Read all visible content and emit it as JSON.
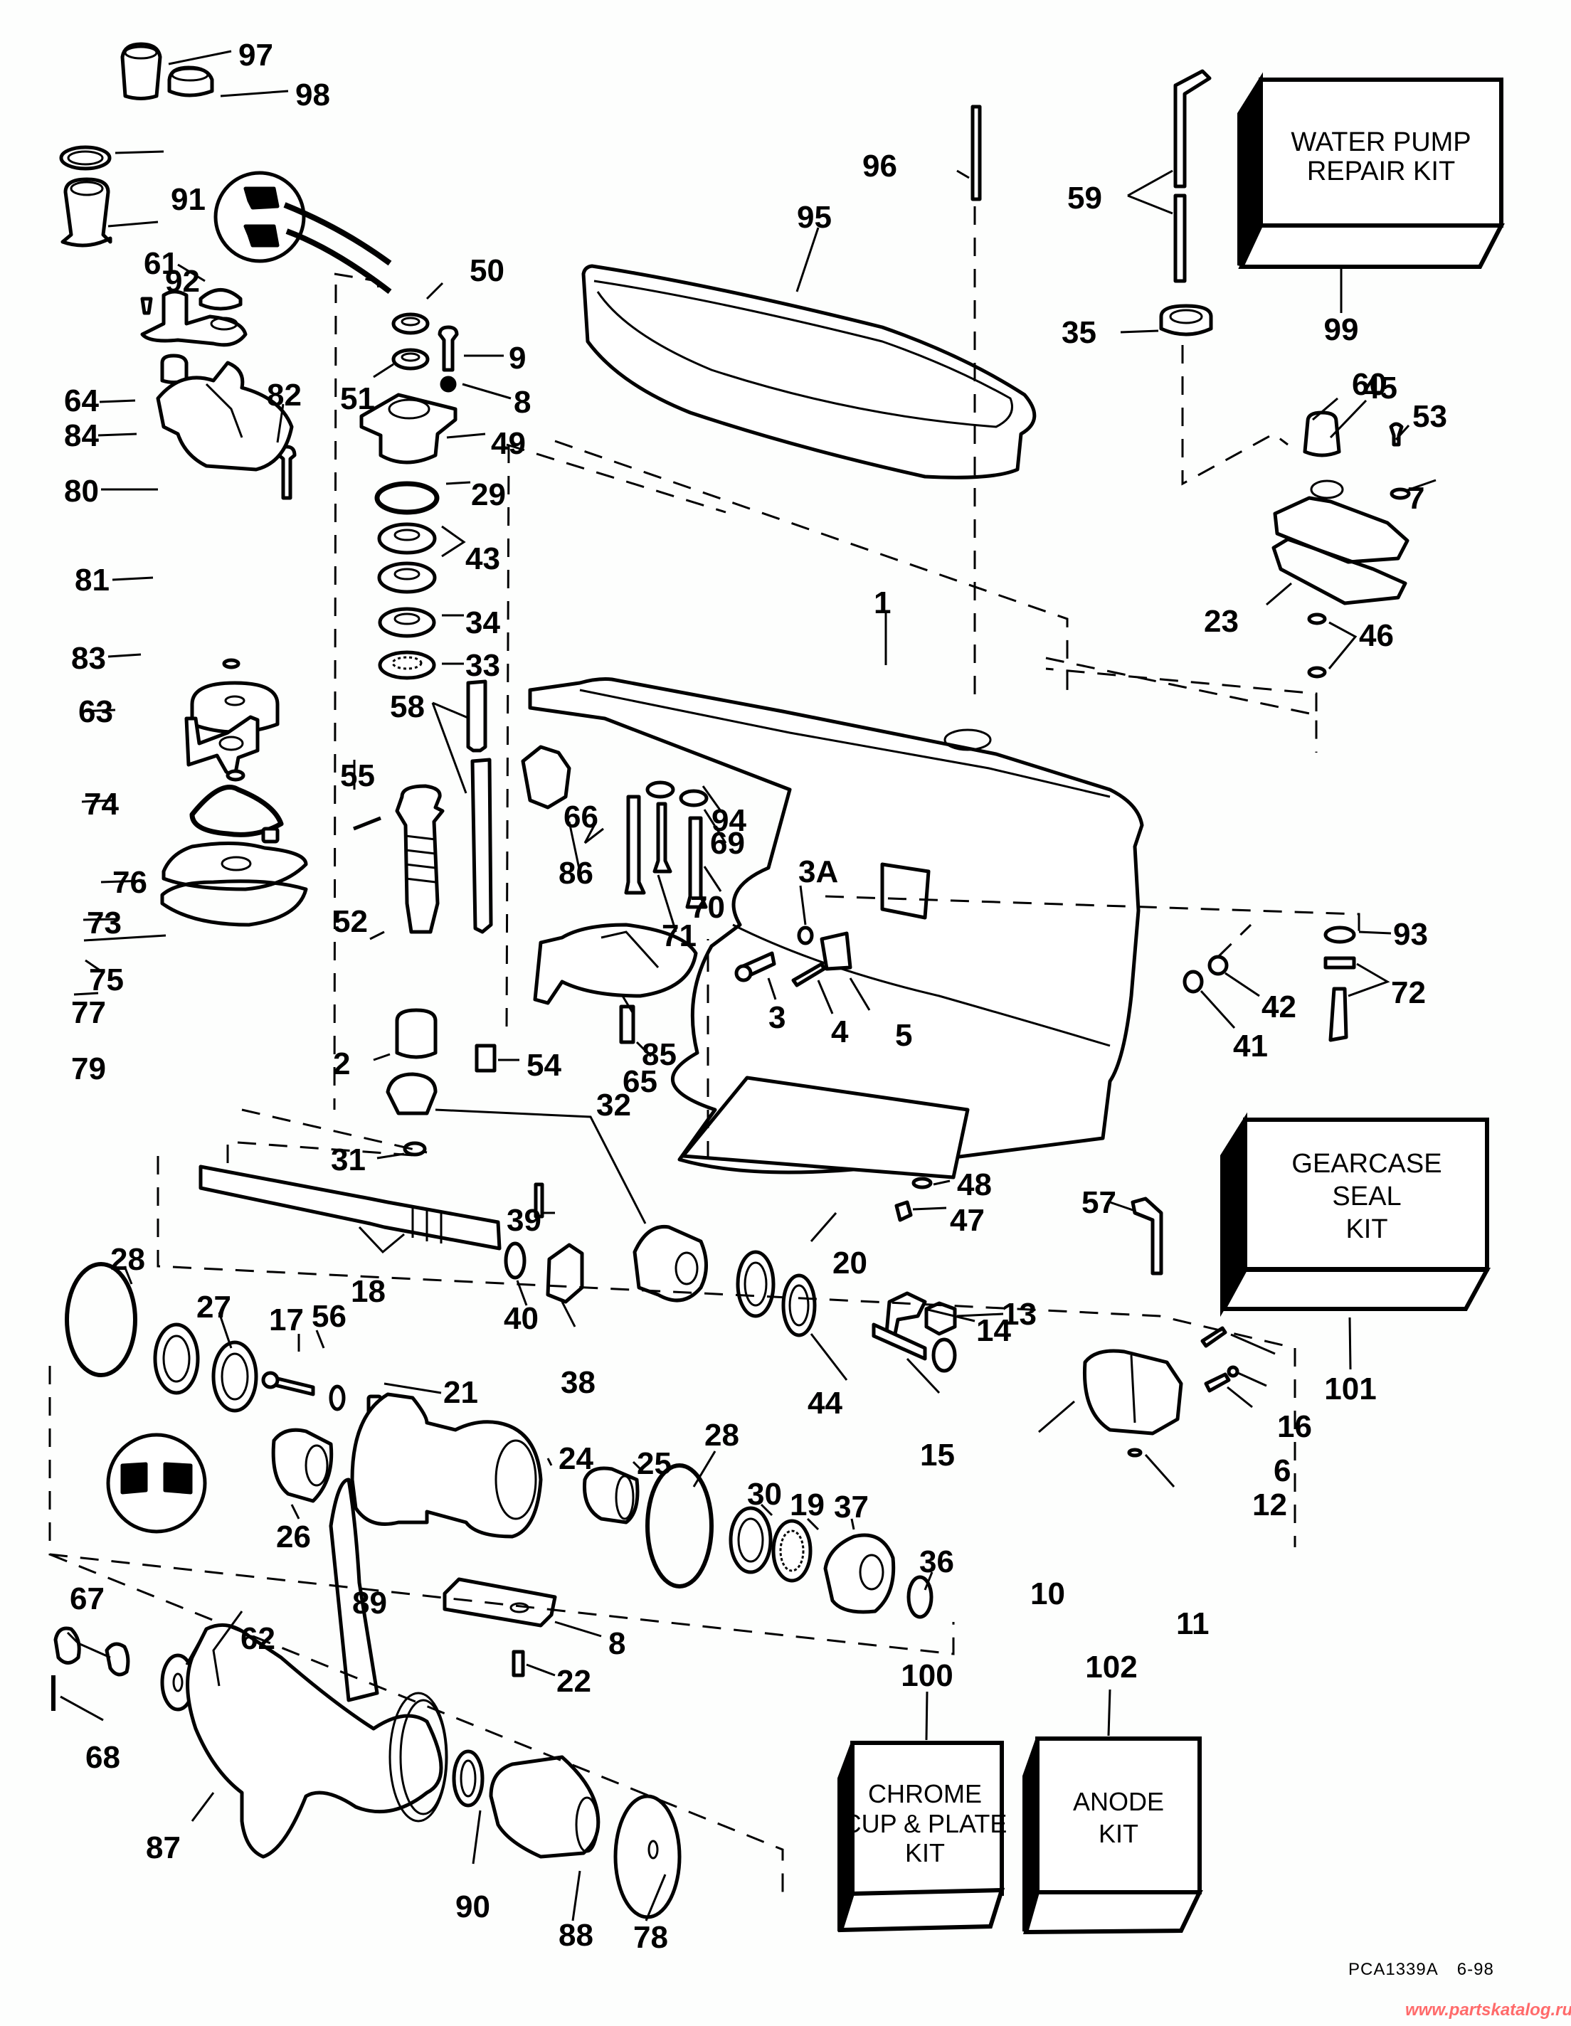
{
  "diagram": {
    "title": "Gearcase exploded parts diagram",
    "callouts": [
      "97",
      "98",
      "91",
      "92",
      "61",
      "64",
      "84",
      "80",
      "81",
      "82",
      "83",
      "63",
      "74",
      "76",
      "73",
      "75",
      "77",
      "79",
      "50",
      "51",
      "9",
      "8",
      "49",
      "29",
      "43",
      "34",
      "33",
      "58",
      "55",
      "52",
      "2",
      "54",
      "31",
      "32",
      "96",
      "95",
      "59",
      "35",
      "99",
      "60",
      "45",
      "53",
      "7",
      "23",
      "46",
      "1",
      "66",
      "86",
      "94",
      "69",
      "70",
      "71",
      "3A",
      "3",
      "4",
      "5",
      "85",
      "65",
      "93",
      "72",
      "42",
      "41",
      "39",
      "18",
      "40",
      "38",
      "20",
      "48",
      "47",
      "57",
      "14",
      "13",
      "44",
      "15",
      "16",
      "6",
      "12",
      "10",
      "11",
      "28",
      "27",
      "56",
      "17",
      "21",
      "26",
      "24",
      "25",
      "30",
      "19",
      "37",
      "36",
      "8b",
      "22",
      "67",
      "62",
      "89",
      "68",
      "87",
      "90",
      "88",
      "78"
    ],
    "callout_text": {
      "97": "97",
      "98": "98",
      "91": "91",
      "92": "92",
      "61": "61",
      "64": "64",
      "84": "84",
      "80": "80",
      "81": "81",
      "82": "82",
      "83": "83",
      "63": "63",
      "74": "74",
      "76": "76",
      "73": "73",
      "75": "75",
      "77": "77",
      "79": "79",
      "50": "50",
      "51": "51",
      "9": "9",
      "8": "8",
      "49": "49",
      "29": "29",
      "43": "43",
      "34": "34",
      "33": "33",
      "58": "58",
      "55": "55",
      "52": "52",
      "2": "2",
      "54": "54",
      "31": "31",
      "32": "32",
      "96": "96",
      "95": "95",
      "59": "59",
      "35": "35",
      "99": "99",
      "60": "60",
      "45": "45",
      "53": "53",
      "7": "7",
      "23": "23",
      "46": "46",
      "1": "1",
      "66": "66",
      "86": "86",
      "94": "94",
      "69": "69",
      "70": "70",
      "71": "71",
      "3A": "3A",
      "3": "3",
      "4": "4",
      "5": "5",
      "85": "85",
      "65": "65",
      "93": "93",
      "72": "72",
      "42": "42",
      "41": "41",
      "39": "39",
      "18": "18",
      "40": "40",
      "38": "38",
      "20": "20",
      "48": "48",
      "47": "47",
      "57": "57",
      "14": "14",
      "13": "13",
      "44": "44",
      "15": "15",
      "16": "16",
      "6": "6",
      "12": "12",
      "10": "10",
      "11": "11",
      "28": "28",
      "27": "27",
      "56": "56",
      "17": "17",
      "21": "21",
      "26": "26",
      "24": "24",
      "25": "25",
      "30": "30",
      "19": "19",
      "37": "37",
      "36": "36",
      "8b": "8",
      "22": "22",
      "67": "67",
      "62": "62",
      "89": "89",
      "68": "68",
      "87": "87",
      "90": "90",
      "88": "88",
      "78": "78",
      "28b": "28"
    }
  },
  "kits": [
    {
      "id": "water-pump",
      "number": "99",
      "lines": [
        "WATER PUMP",
        "REPAIR KIT"
      ]
    },
    {
      "id": "gearcase-seal",
      "number": "101",
      "lines": [
        "GEARCASE",
        "SEAL",
        "KIT"
      ]
    },
    {
      "id": "chrome-cup",
      "number": "100",
      "lines": [
        "CHROME",
        "CUP & PLATE",
        "KIT"
      ]
    },
    {
      "id": "anode",
      "number": "102",
      "lines": [
        "ANODE",
        "KIT"
      ]
    }
  ],
  "footer": {
    "code": "PCA1339A",
    "date": "6-98",
    "watermark": "www.partskatalog.ru",
    "watermark_color": "#ff6b6b"
  }
}
